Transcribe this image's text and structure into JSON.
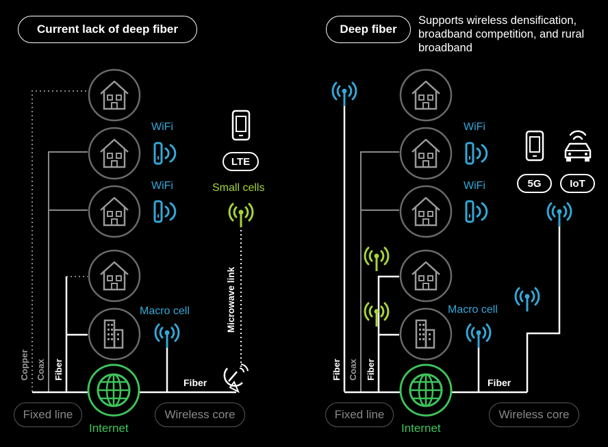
{
  "left_panel": {
    "title": "Current lack of deep fiber",
    "wifi_1": "WiFi",
    "wifi_2": "WiFi",
    "lte_tag": "LTE",
    "small_cells": "Small cells",
    "microwave_link": "Microwave link",
    "macro_cell": "Macro cell",
    "copper": "Copper",
    "coax": "Coax",
    "fiber_vertical": "Fiber",
    "fiber_horizontal": "Fiber",
    "fixed_line": "Fixed line",
    "internet": "Internet",
    "wireless_core": "Wireless core"
  },
  "right_panel": {
    "title": "Deep fiber",
    "note": "Supports wireless densification, broadband competition, and rural broadband",
    "wifi_1": "WiFi",
    "wifi_2": "WiFi",
    "tag_5g": "5G",
    "tag_iot": "IoT",
    "macro_cell": "Macro cell",
    "fiber_far_left": "Fiber",
    "coax": "Coax",
    "fiber_vertical": "Fiber",
    "fiber_horizontal": "Fiber",
    "fixed_line": "Fixed line",
    "internet": "Internet",
    "wireless_core": "Wireless core"
  },
  "colors": {
    "wifi_blue": "#33a9d8",
    "small_cell_green": "#a8d43a",
    "internet_green": "#3ec45a",
    "line_grey": "#8a8a8a"
  }
}
